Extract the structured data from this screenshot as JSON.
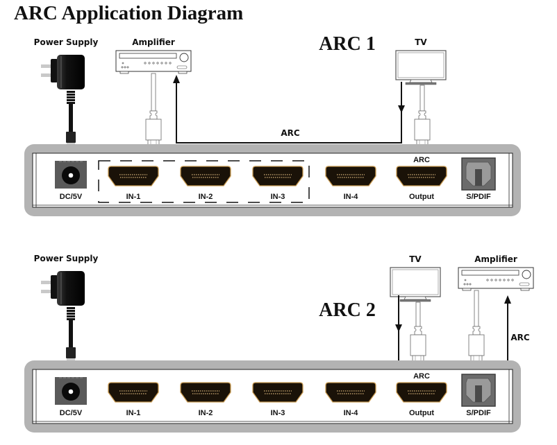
{
  "title": "ARC Application Diagram",
  "diagrams": [
    {
      "id": "arc1",
      "label": "ARC 1",
      "devices": {
        "power_supply": "Power Supply",
        "amplifier": "Amplifier",
        "tv": "TV"
      },
      "arc_path_label": "ARC",
      "ports": [
        {
          "name": "dc",
          "label": "DC/5V",
          "type": "dc"
        },
        {
          "name": "in1",
          "label": "IN-1",
          "type": "hdmi"
        },
        {
          "name": "in2",
          "label": "IN-2",
          "type": "hdmi"
        },
        {
          "name": "in3",
          "label": "IN-3",
          "type": "hdmi"
        },
        {
          "name": "in4",
          "label": "IN-4",
          "type": "hdmi"
        },
        {
          "name": "output",
          "label": "Output",
          "type": "hdmi",
          "top_label": "ARC"
        },
        {
          "name": "spdif",
          "label": "S/PDIF",
          "type": "optical"
        }
      ],
      "grouped_ports": [
        "IN-1",
        "IN-2",
        "IN-3"
      ]
    },
    {
      "id": "arc2",
      "label": "ARC 2",
      "devices": {
        "power_supply": "Power Supply",
        "amplifier": "Amplifier",
        "tv": "TV"
      },
      "arc_path_label": "ARC",
      "ports": [
        {
          "name": "dc",
          "label": "DC/5V",
          "type": "dc"
        },
        {
          "name": "in1",
          "label": "IN-1",
          "type": "hdmi"
        },
        {
          "name": "in2",
          "label": "IN-2",
          "type": "hdmi"
        },
        {
          "name": "in3",
          "label": "IN-3",
          "type": "hdmi"
        },
        {
          "name": "in4",
          "label": "IN-4",
          "type": "hdmi"
        },
        {
          "name": "output",
          "label": "Output",
          "type": "hdmi",
          "top_label": "ARC"
        },
        {
          "name": "spdif",
          "label": "S/PDIF",
          "type": "optical"
        }
      ]
    }
  ],
  "colors": {
    "housing": "#b3b3b3",
    "panel": "#ffffff",
    "hdmi_port": "#1a1208",
    "hdmi_rim": "#c89a50",
    "dc_jack": "#5a5a5a",
    "spdif": "#6b6b6b",
    "line": "#111111"
  }
}
